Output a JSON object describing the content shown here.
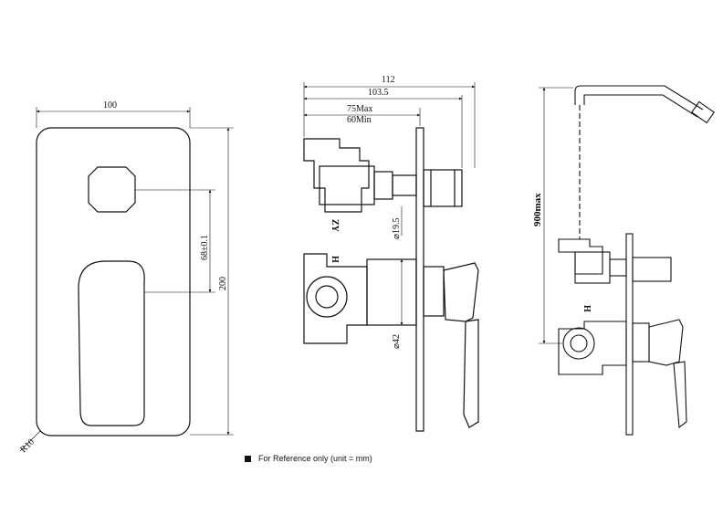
{
  "front_view": {
    "width_label": "100",
    "height_label": "200",
    "offset_label": "68±0.1",
    "radius_label": "R10"
  },
  "side_view": {
    "total_depth_label": "112",
    "depth_label": "103.5",
    "range_max_label": "75Max",
    "range_min_label": "60Min",
    "outlet_diameter_label": "⌀19.5",
    "body_diameter_label": "⌀42",
    "side_marks": [
      "ZY",
      "H"
    ]
  },
  "install_view": {
    "height_label": "900max",
    "side_mark": "H"
  },
  "footnote": "For Reference only (unit = mm)",
  "colors": {
    "line": "#111111",
    "background": "#ffffff"
  }
}
